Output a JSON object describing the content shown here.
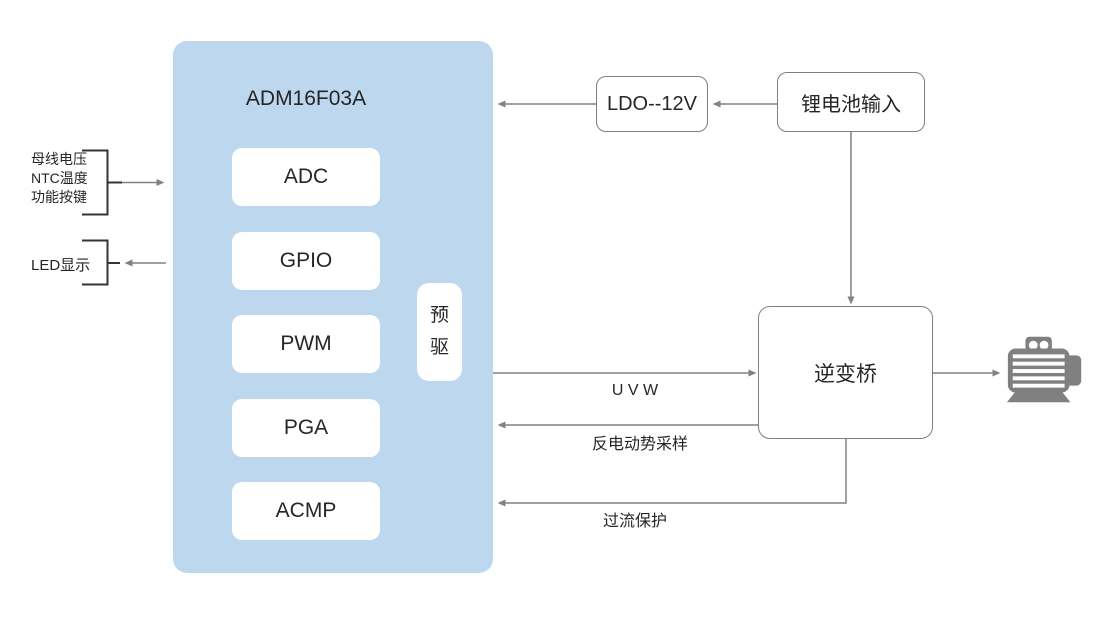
{
  "mcu": {
    "title": "ADM16F03A",
    "blocks": [
      "ADC",
      "GPIO",
      "PWM",
      "PGA",
      "ACMP"
    ],
    "predriver": "预驱"
  },
  "left": {
    "sensor_inputs": [
      "母线电压",
      "NTC温度",
      "功能按键"
    ],
    "led_display": "LED显示"
  },
  "power": {
    "ldo": "LDO--12V",
    "battery": "锂电池输入"
  },
  "inverter": {
    "label": "逆变桥"
  },
  "signals": {
    "uvw": "U V W",
    "back_emf": "反电动势采样",
    "overcurrent": "过流保护"
  },
  "colors": {
    "mcu_fill": "#BDD7EE",
    "box_border": "#7F7F7F",
    "wire": "#828282",
    "bracket": "#333333",
    "text": "#262626",
    "motor": "#808080"
  }
}
